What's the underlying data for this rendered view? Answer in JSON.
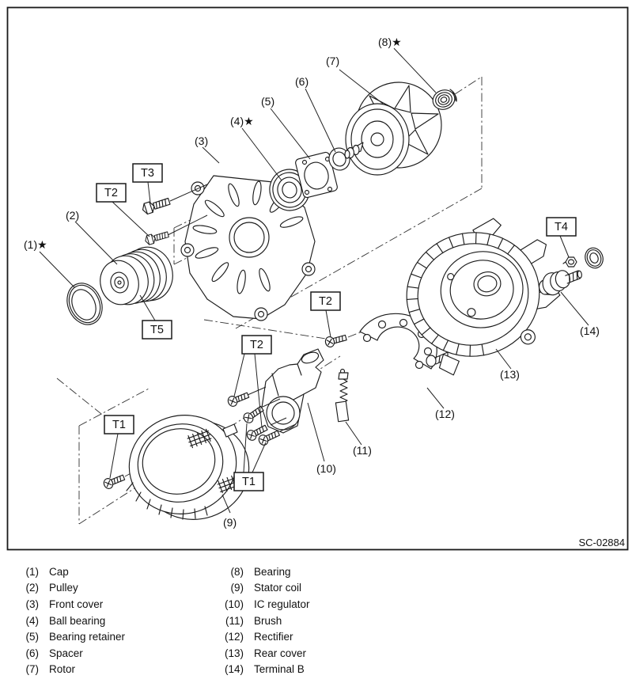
{
  "figure": {
    "code": "SC-02884"
  },
  "callouts": {
    "c1": "(1)★",
    "c2": "(2)",
    "c3": "(3)",
    "c4": "(4)★",
    "c5": "(5)",
    "c6": "(6)",
    "c7": "(7)",
    "c8": "(8)★",
    "c9": "(9)",
    "c10": "(10)",
    "c11": "(11)",
    "c12": "(12)",
    "c13": "(13)",
    "c14": "(14)"
  },
  "tags": {
    "t1": "T1",
    "t2": "T2",
    "t3": "T3",
    "t4": "T4",
    "t5": "T5"
  },
  "legend": {
    "left": [
      {
        "num": "(1)",
        "label": "Cap"
      },
      {
        "num": "(2)",
        "label": "Pulley"
      },
      {
        "num": "(3)",
        "label": "Front cover"
      },
      {
        "num": "(4)",
        "label": "Ball bearing"
      },
      {
        "num": "(5)",
        "label": "Bearing retainer"
      },
      {
        "num": "(6)",
        "label": "Spacer"
      },
      {
        "num": "(7)",
        "label": "Rotor"
      }
    ],
    "right": [
      {
        "num": "(8)",
        "label": "Bearing"
      },
      {
        "num": "(9)",
        "label": "Stator coil"
      },
      {
        "num": "(10)",
        "label": "IC regulator"
      },
      {
        "num": "(11)",
        "label": "Brush"
      },
      {
        "num": "(12)",
        "label": "Rectifier"
      },
      {
        "num": "(13)",
        "label": "Rear cover"
      },
      {
        "num": "(14)",
        "label": "Terminal B"
      }
    ]
  }
}
